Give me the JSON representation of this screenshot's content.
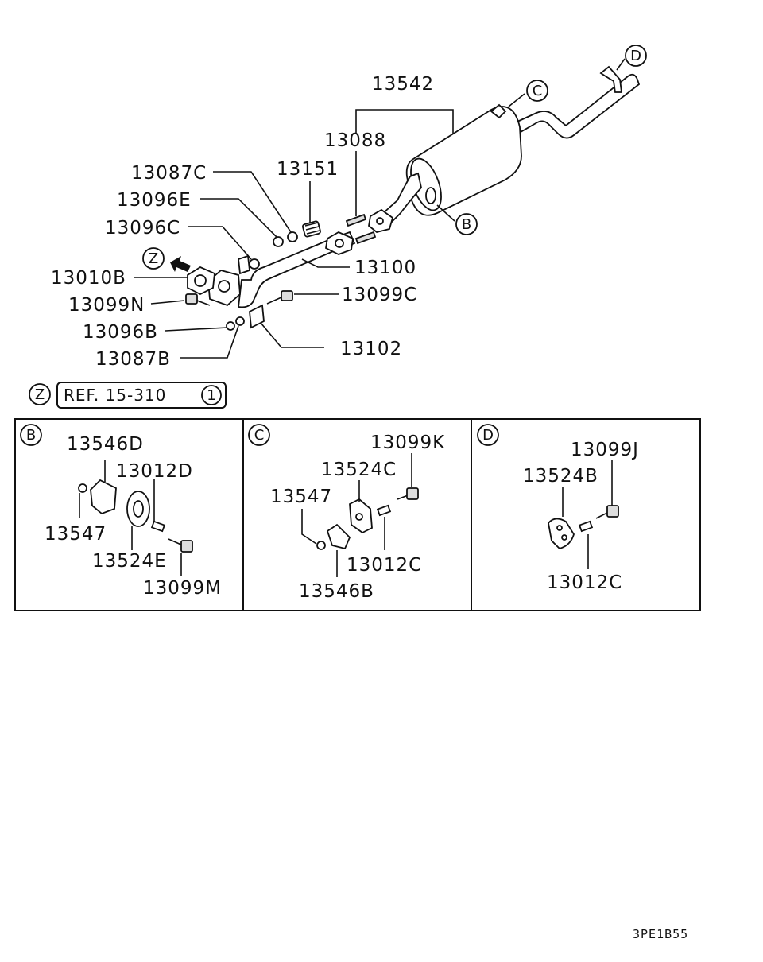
{
  "main_labels": {
    "muffler": "13542",
    "stud_a": "13088",
    "spring": "13151",
    "nut_c": "13087C",
    "gasket_e": "13096E",
    "gasket_c": "13096C",
    "gasket_b": "13010B",
    "bolt_n": "13099N",
    "gasket_b2": "13096B",
    "nut_b": "13087B",
    "pipe": "13100",
    "bolt_c": "13099C",
    "bracket": "13102"
  },
  "callouts": {
    "b": "B",
    "c": "C",
    "d": "D",
    "z": "Z"
  },
  "ref_box": {
    "marker": "Z",
    "text": "REF. 15-310",
    "number": "1"
  },
  "detail_b": {
    "marker": "B",
    "labels": {
      "hanger": "13546D",
      "collar": "13012D",
      "washer": "13547",
      "rubber": "13524E",
      "bolt": "13099M"
    }
  },
  "detail_c": {
    "marker": "C",
    "labels": {
      "bolt": "13099K",
      "rubber": "13524C",
      "washer": "13547",
      "collar": "13012C",
      "hanger": "13546B"
    }
  },
  "detail_d": {
    "marker": "D",
    "labels": {
      "bolt": "13099J",
      "rubber": "13524B",
      "collar": "13012C"
    }
  },
  "diagram_code": "3PE1B55"
}
